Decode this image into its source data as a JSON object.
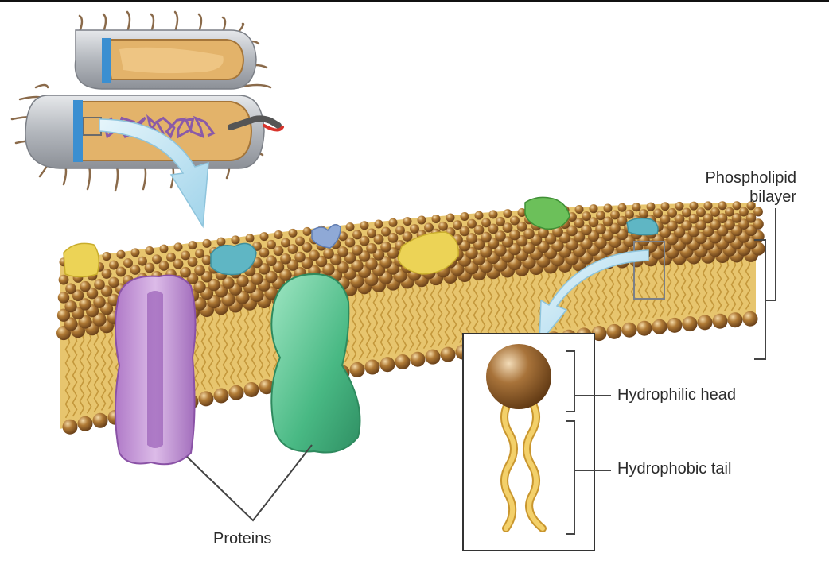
{
  "labels": {
    "phospholipid_bilayer_line1": "Phospholipid",
    "phospholipid_bilayer_line2": "bilayer",
    "hydrophilic_head": "Hydrophilic head",
    "hydrophobic_tail": "Hydrophobic tail",
    "proteins": "Proteins"
  },
  "colors": {
    "lipid_head": "#9a6a2e",
    "lipid_tail": "#e8c25a",
    "protein_purple": "#c59bd6",
    "protein_green": "#5cc99a",
    "protein_teal": "#5fb6c4",
    "protein_yellow": "#e8cf4a",
    "protein_blue": "#8fa9d6",
    "protein_lime": "#6cc05a",
    "arrow": "#bfe4f3",
    "cell_wall": "#b8bcc2",
    "cytoplasm": "#e3b36a",
    "nucleoid": "#8a5aa8",
    "flagellum": "#d8342c"
  },
  "icons": {
    "bacterium": "bacterium-cutaway-icon",
    "zoom_arrow": "curved-arrow-icon"
  }
}
